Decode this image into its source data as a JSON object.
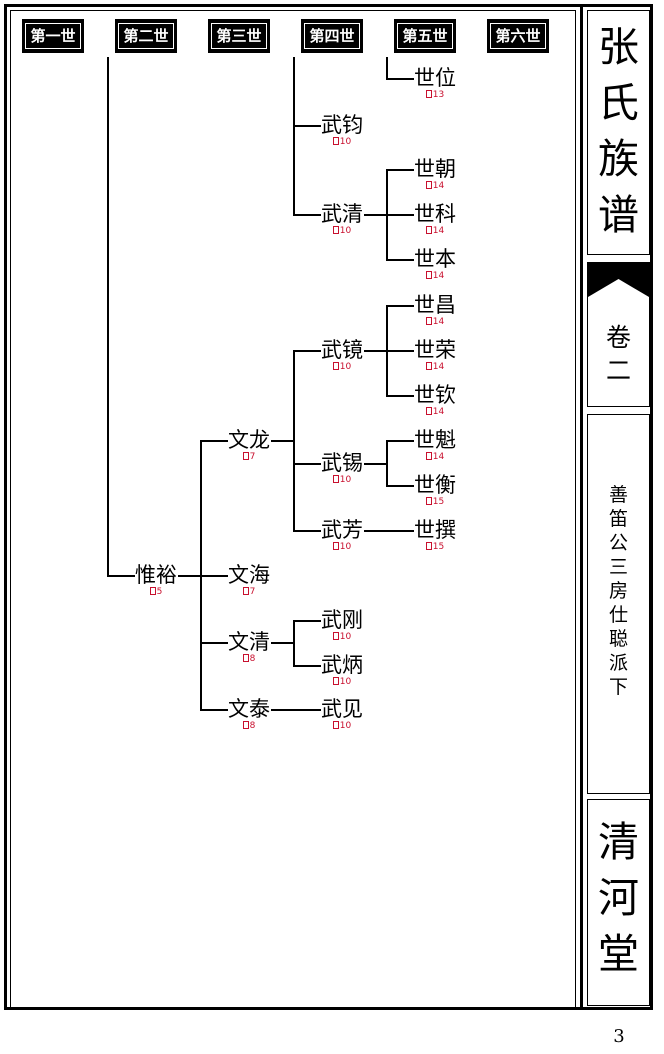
{
  "generations": [
    "第一世",
    "第二世",
    "第三世",
    "第四世",
    "第五世",
    "第六世"
  ],
  "tree": {
    "n_weiyu": {
      "name": "惟裕",
      "page": "5"
    },
    "n_wenlong": {
      "name": "文龙",
      "page": "7"
    },
    "n_wenhai": {
      "name": "文海",
      "page": "7"
    },
    "n_wenqing": {
      "name": "文清",
      "page": "8"
    },
    "n_wentai": {
      "name": "文泰",
      "page": "8"
    },
    "n_wujun": {
      "name": "武钧",
      "page": "10"
    },
    "n_wuqing": {
      "name": "武清",
      "page": "10"
    },
    "n_wujing": {
      "name": "武镜",
      "page": "10"
    },
    "n_wuxi": {
      "name": "武锡",
      "page": "10"
    },
    "n_wufang": {
      "name": "武芳",
      "page": "10"
    },
    "n_wugang": {
      "name": "武刚",
      "page": "10"
    },
    "n_wubing": {
      "name": "武炳",
      "page": "10"
    },
    "n_wujian": {
      "name": "武见",
      "page": "10"
    },
    "n_shiwei": {
      "name": "世位",
      "page": "13"
    },
    "n_shichao": {
      "name": "世朝",
      "page": "14"
    },
    "n_shike": {
      "name": "世科",
      "page": "14"
    },
    "n_shiben": {
      "name": "世本",
      "page": "14"
    },
    "n_shichang": {
      "name": "世昌",
      "page": "14"
    },
    "n_shirong": {
      "name": "世荣",
      "page": "14"
    },
    "n_shiqin": {
      "name": "世钦",
      "page": "14"
    },
    "n_shikui": {
      "name": "世魁",
      "page": "14"
    },
    "n_shiheng": {
      "name": "世衡",
      "page": "15"
    },
    "n_shizhuan": {
      "name": "世撰",
      "page": "15"
    }
  },
  "side": {
    "title": [
      "张",
      "氏",
      "族",
      "谱"
    ],
    "volume": [
      "卷",
      "二"
    ],
    "branch": [
      "善",
      "笛",
      "公",
      "三",
      "房",
      "仕",
      "聪",
      "派",
      "下"
    ],
    "hall": [
      "清",
      "河",
      "堂"
    ]
  },
  "page_number": "3",
  "colors": {
    "page_ref": "#c8102e",
    "line": "#000000",
    "background": "#ffffff"
  }
}
